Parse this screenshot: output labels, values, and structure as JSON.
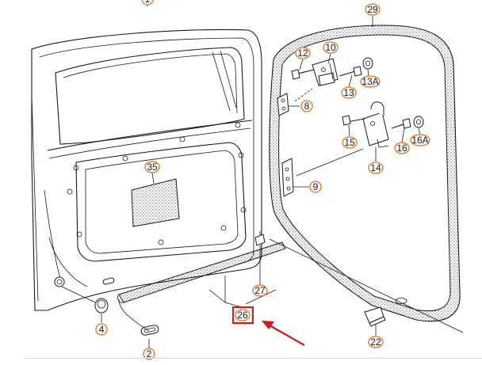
{
  "colors": {
    "callout_ring": "#e8741e",
    "highlight_box": "#d8161b",
    "arrow": "#d8161b",
    "line": "#1a1a1a",
    "seal_fill": "#ffffff",
    "rule": "#d8d8d8"
  },
  "callouts": [
    {
      "id": "c1",
      "label": "1"
    },
    {
      "id": "c29",
      "label": "29"
    },
    {
      "id": "c10",
      "label": "10"
    },
    {
      "id": "c12",
      "label": "12"
    },
    {
      "id": "c13A",
      "label": "13A"
    },
    {
      "id": "c13",
      "label": "13"
    },
    {
      "id": "c8",
      "label": "8"
    },
    {
      "id": "c15",
      "label": "15"
    },
    {
      "id": "c16",
      "label": "16"
    },
    {
      "id": "c16A",
      "label": "16A"
    },
    {
      "id": "c14",
      "label": "14"
    },
    {
      "id": "c35",
      "label": "35"
    },
    {
      "id": "c9",
      "label": "9"
    },
    {
      "id": "c27",
      "label": "27"
    },
    {
      "id": "c26",
      "label": "26",
      "highlighted": true
    },
    {
      "id": "c4",
      "label": "4"
    },
    {
      "id": "c2",
      "label": "2"
    },
    {
      "id": "c22",
      "label": "22"
    }
  ]
}
